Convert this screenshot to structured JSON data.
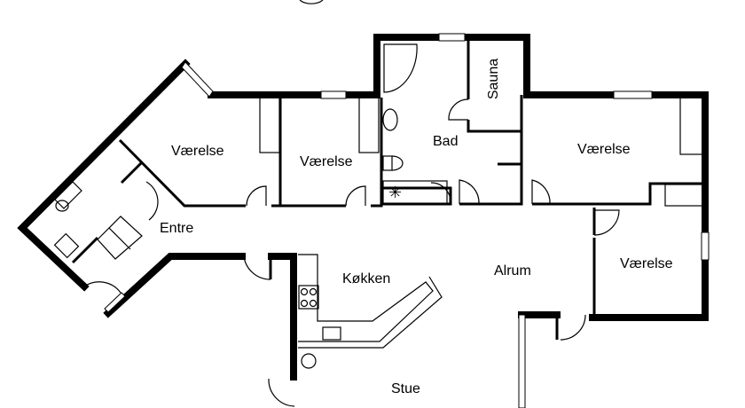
{
  "floorplan": {
    "rooms": {
      "vaerelse_1": "Værelse",
      "vaerelse_2": "Værelse",
      "vaerelse_3": "Værelse",
      "vaerelse_4": "Værelse",
      "entre": "Entre",
      "bad": "Bad",
      "sauna": "Sauna",
      "koekken": "Køkken",
      "alrum": "Alrum",
      "stue": "Stue"
    },
    "colors": {
      "wall": "#000000",
      "background": "#ffffff"
    }
  }
}
